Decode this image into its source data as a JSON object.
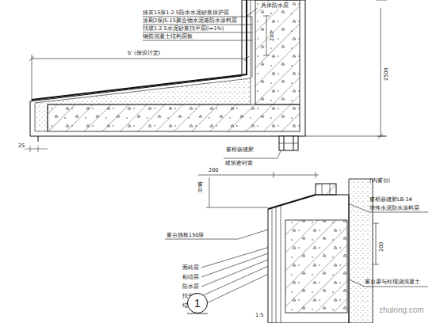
{
  "diagram": {
    "nodes": [
      {
        "text": [
          "1"
        ]
      }
    ],
    "labels": [
      "具体防水层",
      "抹灰15厚1:2.5防水水泥砂浆保护层",
      "涂刷2厚JS-15聚合物水泥基防水涂料层",
      "找坡1:2.5水泥砂浆找平层(i=1%)",
      "钢筋混凝土结构层板",
      "200",
      "b' (按设计定)",
      "2500",
      "25",
      "窗框嵌缝胶",
      "建筑密封膏",
      "200",
      "(内窗台)",
      "窗台",
      "窗框嵌缝胶LB-14",
      "弹性水泥防水涂料层",
      "窗台挑板150厚",
      "200",
      "面砖层",
      "粘结层",
      "防水层",
      "找平层",
      "结构层",
      "窗台梁与柱现浇混凝土",
      "1:5",
      "zhulong.com"
    ]
  }
}
